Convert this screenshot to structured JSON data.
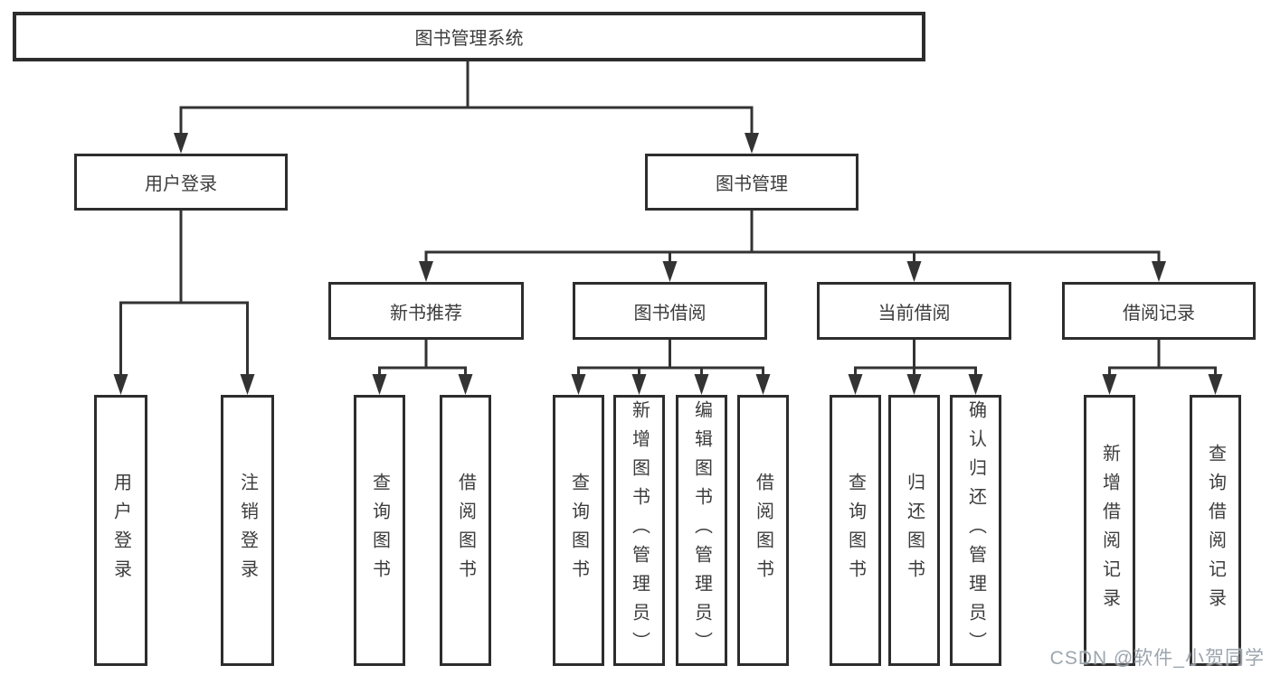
{
  "tree": {
    "label": "图书管理系统",
    "children": [
      {
        "label": "用户登录",
        "children": [
          {
            "label": "用户登录"
          },
          {
            "label": "注销登录"
          }
        ]
      },
      {
        "label": "图书管理",
        "children": [
          {
            "label": "新书推荐",
            "children": [
              {
                "label": "查询图书"
              },
              {
                "label": "借阅图书"
              }
            ]
          },
          {
            "label": "图书借阅",
            "children": [
              {
                "label": "查询图书"
              },
              {
                "label": "新增图书（管理员）"
              },
              {
                "label": "编辑图书（管理员）"
              },
              {
                "label": "借阅图书"
              }
            ]
          },
          {
            "label": "当前借阅",
            "children": [
              {
                "label": "查询图书"
              },
              {
                "label": "归还图书"
              },
              {
                "label": "确认归还（管理员）"
              }
            ]
          },
          {
            "label": "借阅记录",
            "children": [
              {
                "label": "新增借阅记录"
              },
              {
                "label": "查询借阅记录"
              }
            ]
          }
        ]
      }
    ]
  },
  "watermark": "CSDN @软件_小贺同学",
  "colors": {
    "background": "#ffffff",
    "line": "#333333",
    "box_border": "#2d2d2d",
    "text": "#3c3c3c",
    "watermark": "#919ba5"
  }
}
